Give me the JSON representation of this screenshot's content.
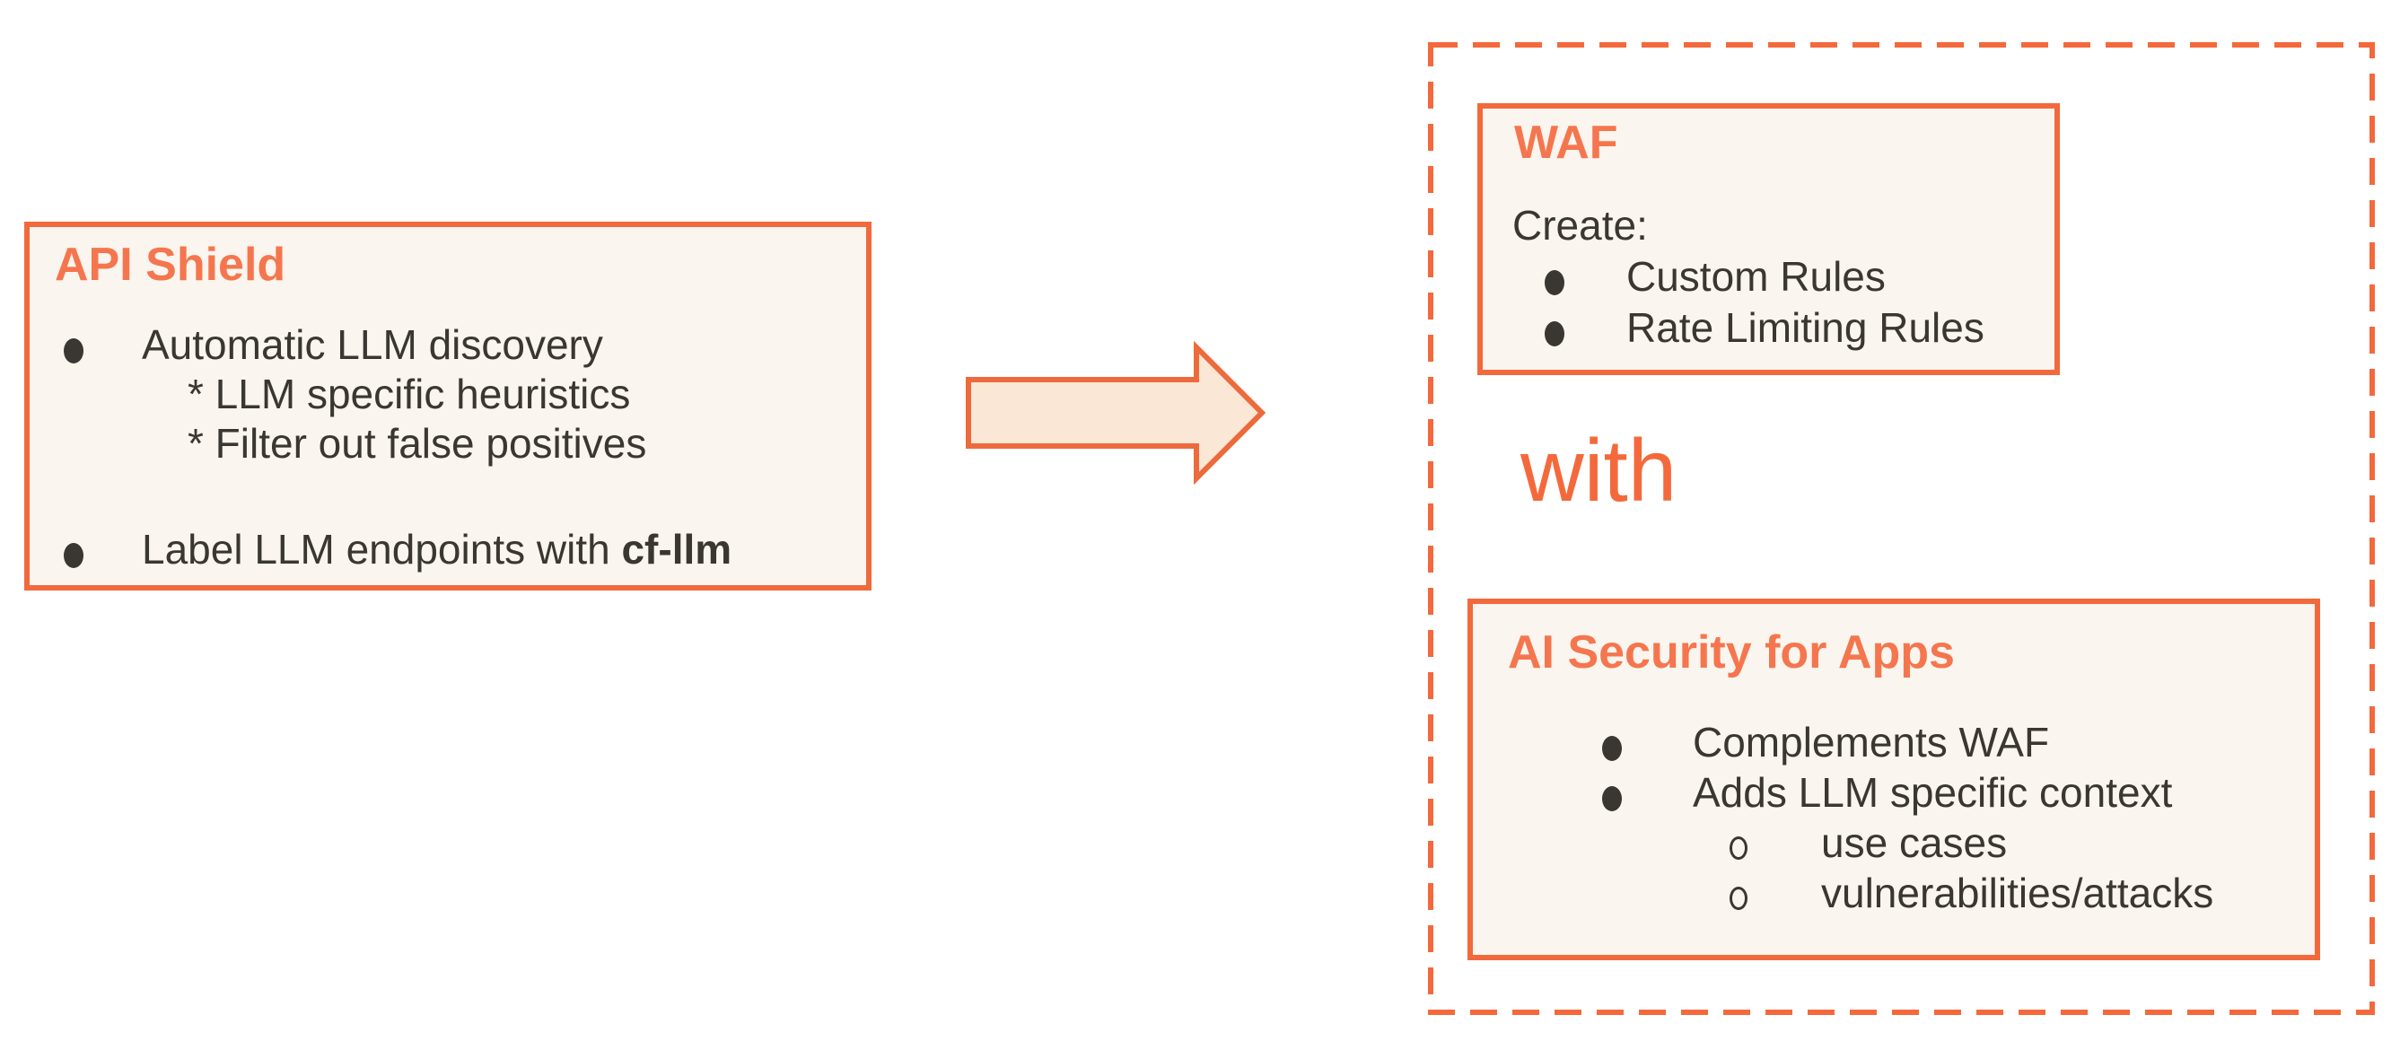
{
  "colors": {
    "accent_orange": "#F2693C",
    "heading_orange": "#F5764E",
    "with_orange": "#F4693C",
    "box_fill": "#FAF5EE",
    "arrow_fill": "#FBE7D6",
    "text_dark": "#3A3632",
    "background": "#FFFFFF"
  },
  "left_box": {
    "title": "API Shield",
    "bullet_1": "Automatic LLM discovery",
    "sub_1": "* LLM specific heuristics",
    "sub_2": "* Filter out false positives",
    "bullet_2_prefix": "Label LLM endpoints with",
    "bullet_2_bold": "cf-llm"
  },
  "arrow": {
    "name": "flow-arrow-right"
  },
  "right_group": {
    "waf_box": {
      "title": "WAF",
      "intro": "Create:",
      "bullet_1": "Custom Rules",
      "bullet_2": "Rate Limiting Rules"
    },
    "connector_text": "with",
    "ai_box": {
      "title": "AI Security for Apps",
      "bullet_1": "Complements WAF",
      "bullet_2": "Adds LLM specific context",
      "sub_1": "use cases",
      "sub_2": "vulnerabilities/attacks"
    }
  }
}
